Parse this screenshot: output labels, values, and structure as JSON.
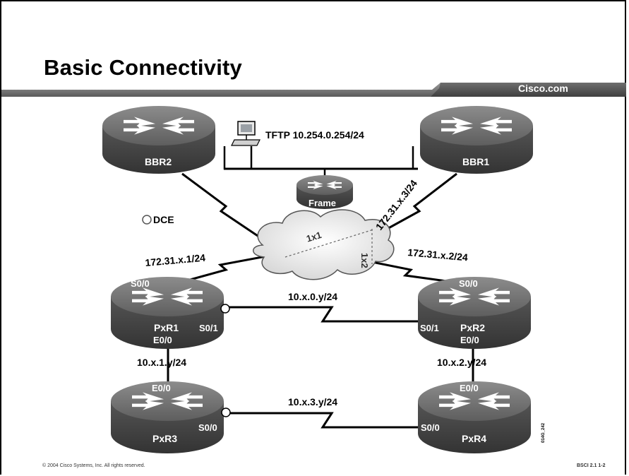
{
  "slide": {
    "title": "Basic Connectivity",
    "brand": "Cisco.com",
    "footer_left": "© 2004 Cisco Systems, Inc. All rights reserved.",
    "footer_right": "BSCI 2.1   1-2",
    "figure_id": "014G_242"
  },
  "diagram": {
    "routers": {
      "bbr2": "BBR2",
      "bbr1": "BBR1",
      "frame": "Frame",
      "pxr1": "PxR1",
      "pxr2": "PxR2",
      "pxr3": "PxR3",
      "pxr4": "PxR4"
    },
    "tftp_label": "TFTP 10.254.0.254/24",
    "dce_label": "DCE",
    "cloud": {
      "link_1x1": "1x1",
      "link_1x2": "1x2"
    },
    "links": {
      "bbr1_frame": "172.31.x.3/24",
      "pxr1_frame": "172.31.x.1/24",
      "pxr2_frame": "172.31.x.2/24",
      "pxr1_pxr2": "10.x.0.y/24",
      "pxr1_pxr3": "10.x.1.y/24",
      "pxr2_pxr4": "10.x.2.y/24",
      "pxr3_pxr4": "10.x.3.y/24"
    },
    "interfaces": {
      "pxr1_s00": "S0/0",
      "pxr1_s01": "S0/1",
      "pxr1_e00": "E0/0",
      "pxr2_s00": "S0/0",
      "pxr2_s01": "S0/1",
      "pxr2_e00": "E0/0",
      "pxr3_e00": "E0/0",
      "pxr3_s00": "S0/0",
      "pxr4_e00": "E0/0",
      "pxr4_s00": "S0/0"
    }
  }
}
